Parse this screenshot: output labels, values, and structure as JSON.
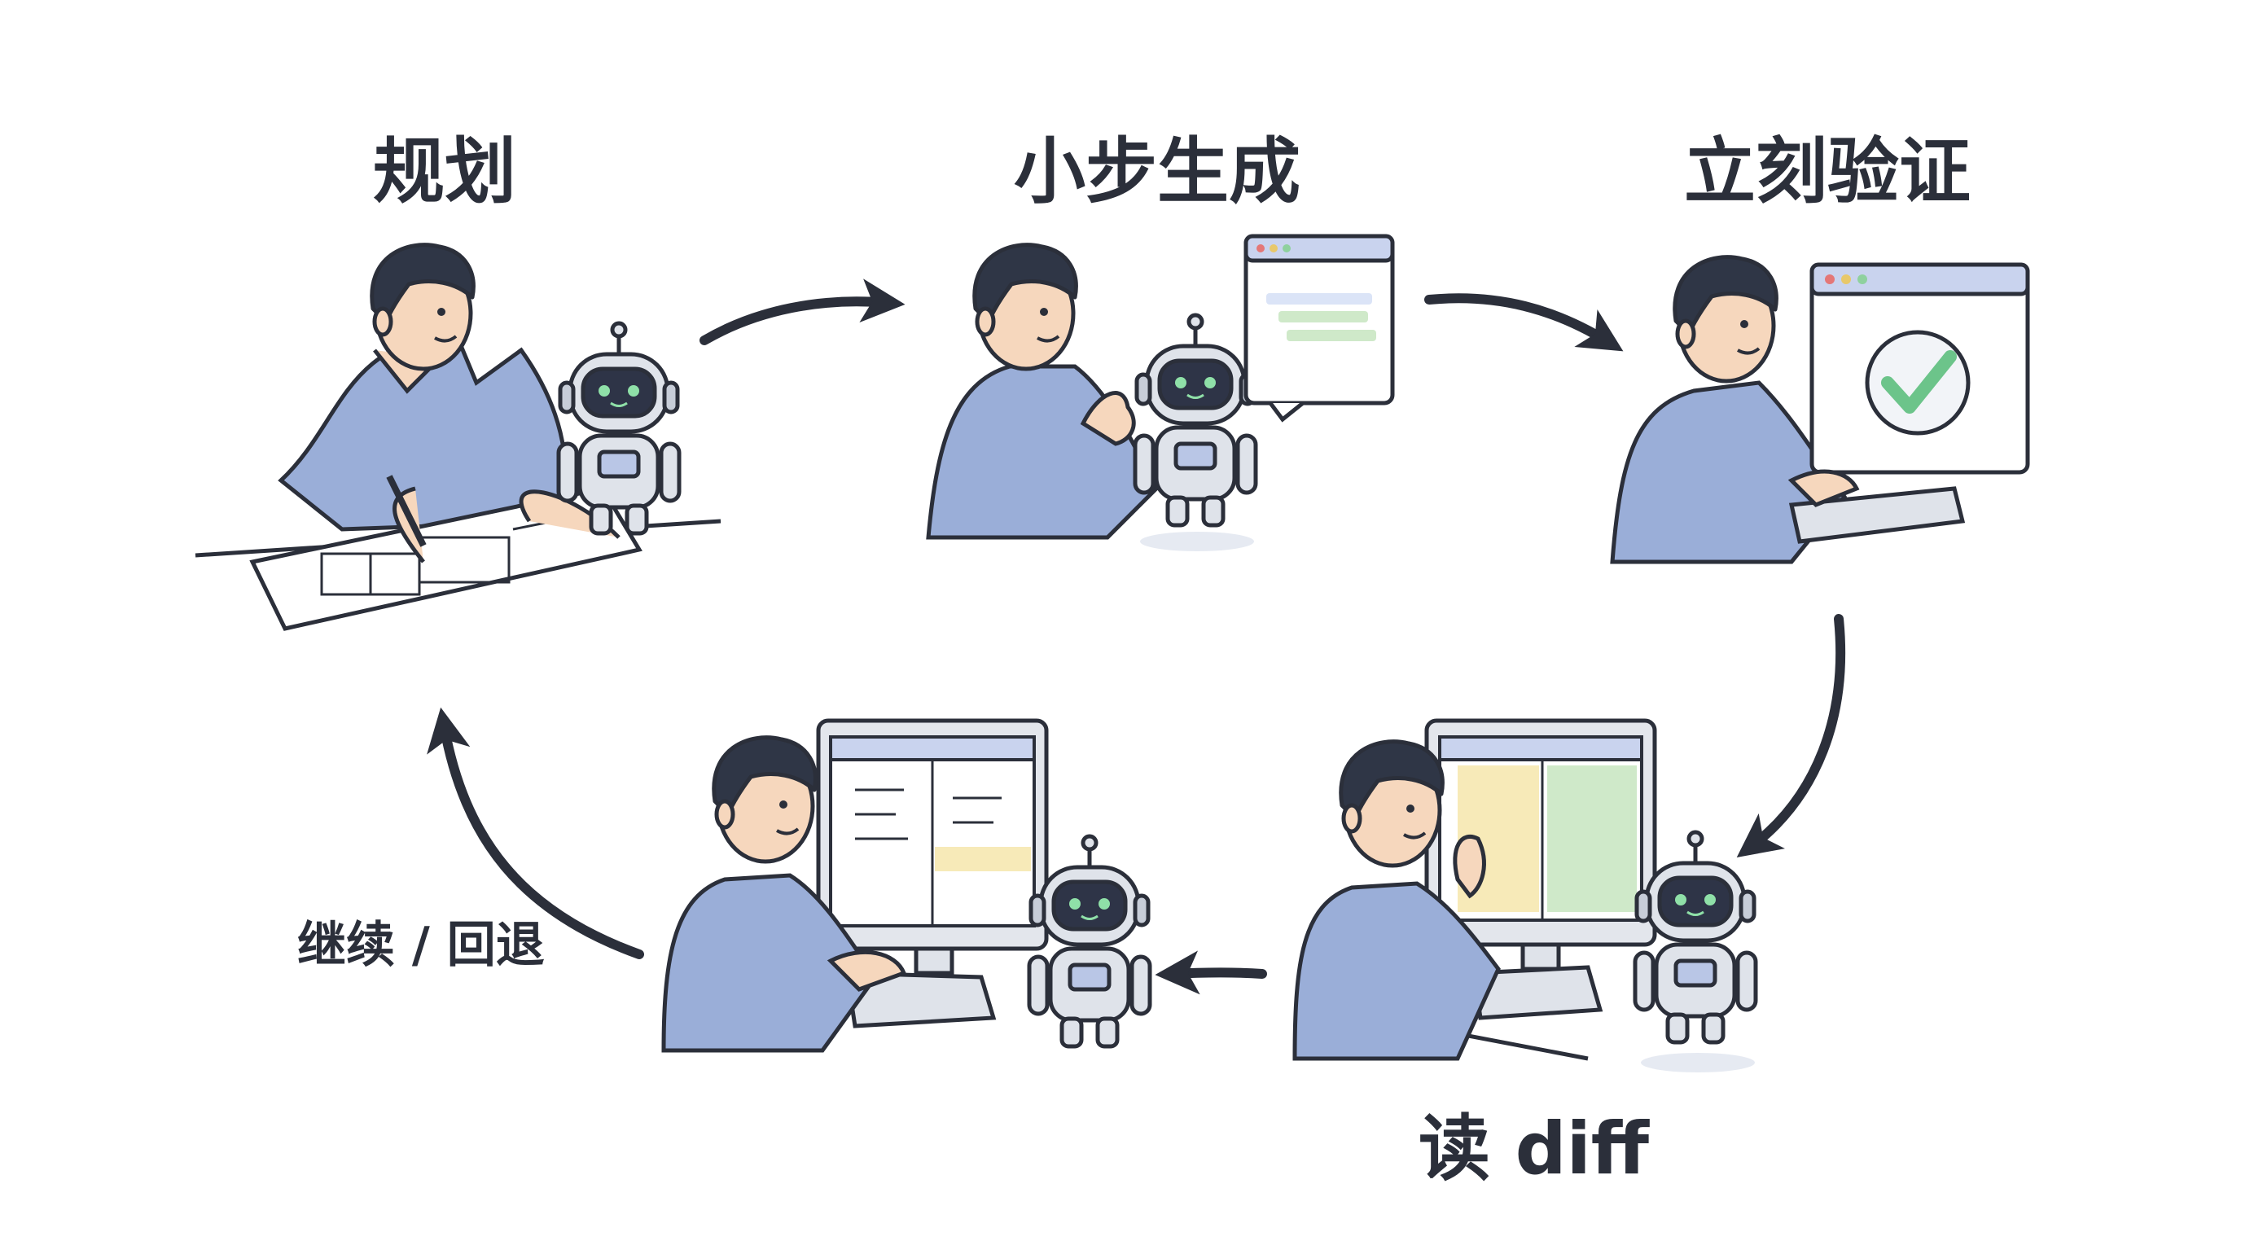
{
  "labels": {
    "plan": "规划",
    "generate": "小步生成",
    "verify": "立刻验证",
    "read_diff": "读 diff",
    "continue_revert": "继续 / 回退"
  },
  "colors": {
    "ink": "#2b2f3a",
    "shirt": "#9aaed8",
    "skin": "#f6d7bd",
    "hair": "#2f3646",
    "robot": "#dfe3ea",
    "robot_face": "#2e3447",
    "eye": "#8fe0a8",
    "code_green": "#cfe9c9",
    "code_yellow": "#f7eab8",
    "check": "#6cc48a",
    "window_bar": "#c9d3ee"
  }
}
